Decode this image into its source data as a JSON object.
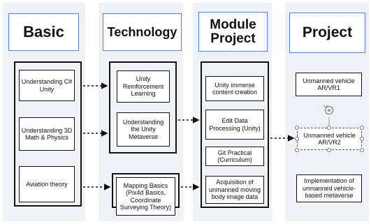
{
  "columns": {
    "basic": {
      "title": "Basic",
      "items": [
        "Understanding C# Unity",
        "Understanding 3D Math & Physics",
        "Aviation theory"
      ]
    },
    "technology": {
      "title": "Technology",
      "items": [
        "Unity Reinforcement Learning",
        "Understanding the Unity Metaverse",
        "Mapping Basics (Pix4d Basics, Coordinate Surveying Theory)"
      ]
    },
    "module_project": {
      "title": "Module Project",
      "items": [
        "Unity immerse content creation",
        "Edit Data Processing (Unity)",
        "Git Practical (Curriculum)",
        "Acquisition of unmanned moving body image data"
      ]
    },
    "project": {
      "title": "Project",
      "items": [
        "Unmanned vehicle AR/VR1",
        "Unmanned vehicle AR/VR2",
        "Implementation of unmanned vehicle-based metaverse"
      ]
    }
  },
  "colors": {
    "column_bg": "#eef2f6",
    "header_border": "#4a86e8",
    "line": "#111111"
  },
  "icons": {
    "rotate_handle": "rotate-handle-icon"
  }
}
